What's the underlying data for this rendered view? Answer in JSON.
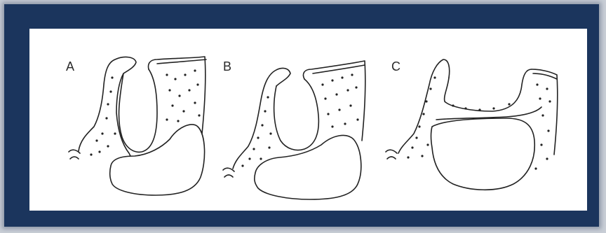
{
  "figure": {
    "panels": [
      {
        "label": "A"
      },
      {
        "label": "B"
      },
      {
        "label": "C"
      }
    ],
    "colors": {
      "frame": "#1b355d",
      "background": "#ffffff",
      "ink": "#222222"
    }
  }
}
